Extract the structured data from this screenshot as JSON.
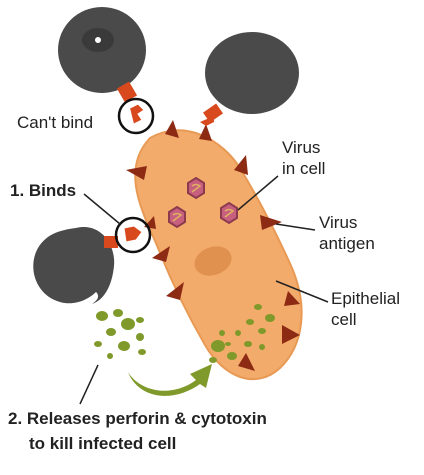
{
  "labels": {
    "cant_bind": "Can't bind",
    "binds": "1. Binds",
    "virus_in_cell_line1": "Virus",
    "virus_in_cell_line2": "in cell",
    "virus_antigen_line1": "Virus",
    "virus_antigen_line2": "antigen",
    "epithelial_line1": "Epithelial",
    "epithelial_line2": "cell",
    "releases_line1": "2. Releases perforin & cytotoxin",
    "releases_line2": "to kill infected cell"
  },
  "colors": {
    "t_cell": "#4a4a4a",
    "t_cell_nucleus": "#3a3a3a",
    "receptor": "#d84a1e",
    "epithelial_cell": "#f2ab6a",
    "epithelial_outline": "#e89a55",
    "epithelial_nucleus": "#e0904f",
    "antigen_spike": "#8c2a14",
    "virus": "#c7607e",
    "perforin_granule": "#7f9a2a",
    "arrow": "#7f9a2a",
    "text": "#222222"
  }
}
